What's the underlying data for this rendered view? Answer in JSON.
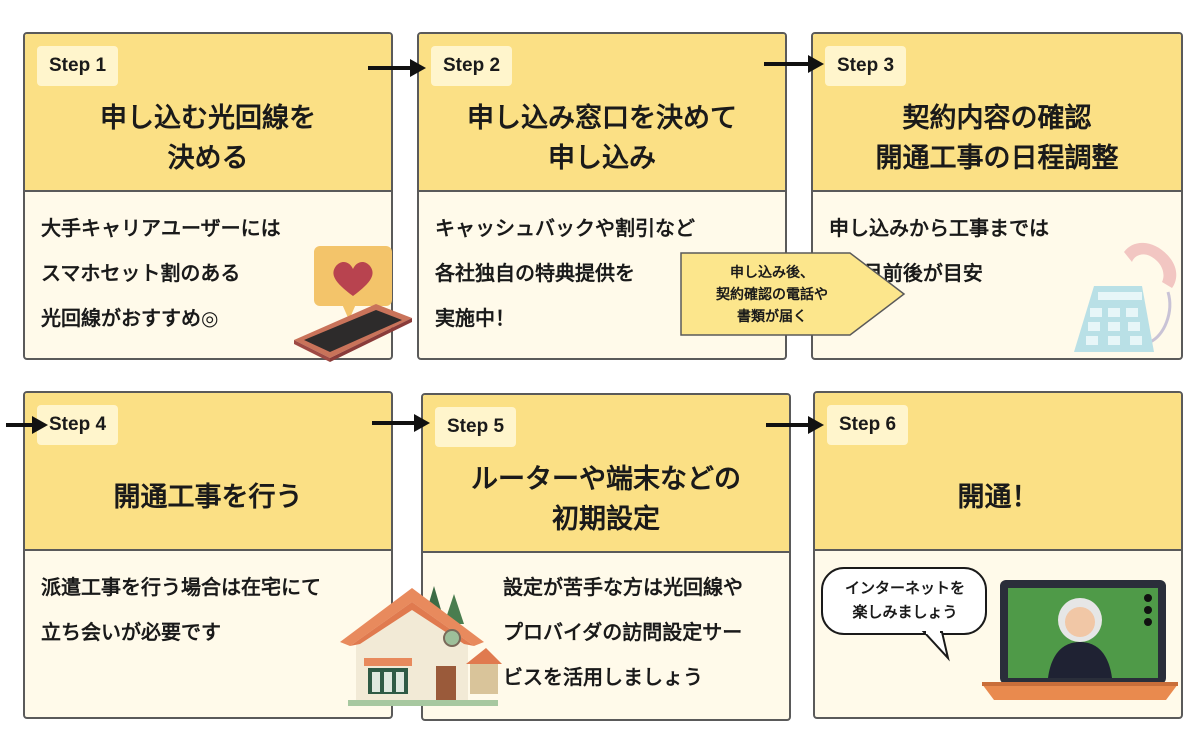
{
  "steps": [
    {
      "label": "Step 1",
      "title": "申し込む光回線を\n決める",
      "body": "大手キャリアユーザーには\nスマホセット割のある\n光回線がおすすめ◎"
    },
    {
      "label": "Step 2",
      "title": "申し込み窓口を決めて\n申し込み",
      "body": "キャッシュバックや割引など\n各社独自の特典提供を\n実施中！"
    },
    {
      "label": "Step 3",
      "title": "契約内容の確認\n開通工事の日程調整",
      "body": "  申し込みから工事までは\n        1ヶ月前後が目安"
    },
    {
      "label": "Step 4",
      "title": "開通工事を行う",
      "body": "派遣工事を行う場合は在宅にて\n立ち会いが必要です"
    },
    {
      "label": "Step 5",
      "title": "ルーターや端末などの\n初期設定",
      "body": "設定が苦手な方は光回線や\nプロバイダの訪問設定サー\nビスを活用しましょう"
    },
    {
      "label": "Step 6",
      "title": "開通！",
      "body": ""
    }
  ],
  "callout": {
    "text": "申し込み後、\n契約確認の電話や\n書類が届く"
  },
  "bubble": {
    "text": "インターネットを\n楽しみましょう"
  },
  "colors": {
    "header": "#fbe085",
    "card_body": "#fffaea",
    "border": "#5a5a5a",
    "tag": "#fff5cc",
    "callout": "#fce68c"
  },
  "icons": [
    "heart-speech-icon",
    "smartphone-icon",
    "telephone-icon",
    "house-icon",
    "laptop-video-call-icon"
  ]
}
